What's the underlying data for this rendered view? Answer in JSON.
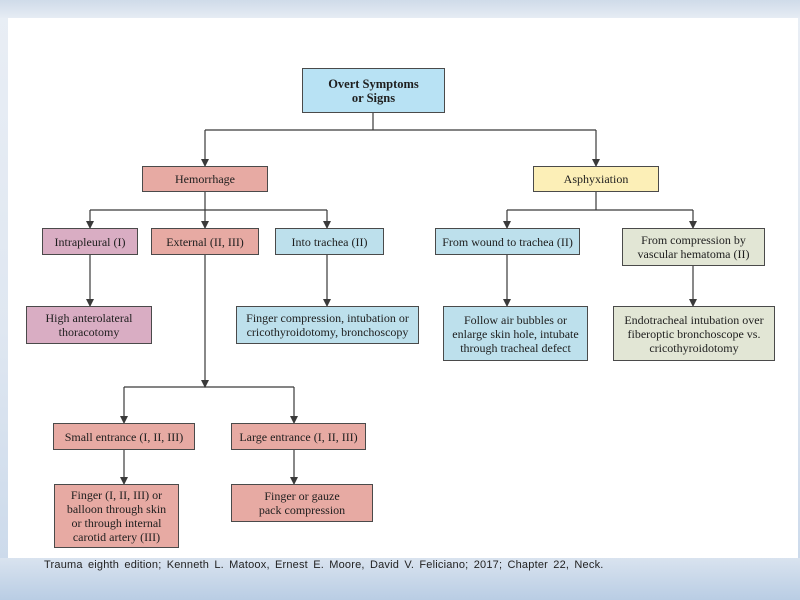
{
  "colors": {
    "root_fill": "#b8e2f4",
    "hemorrhage_fill": "#e7aaa3",
    "asphyxiation_fill": "#fcefb7",
    "intrapleural_fill": "#d9adc3",
    "trachea_fill": "#bde0ec",
    "compression_fill": "#e2e6d5",
    "line": "#3a3a3a"
  },
  "flowchart": {
    "root": "Overt Symptoms\nor Signs",
    "hemorrhage": "Hemorrhage",
    "asphyxiation": "Asphyxiation",
    "intrapleural": "Intrapleural (I)",
    "external": "External (II, III)",
    "into_trachea": "Into trachea (II)",
    "wound_to_trachea": "From wound to trachea (II)",
    "compression_hematoma": "From compression by\nvascular hematoma (II)",
    "thoracotomy": "High anterolateral\nthoracotomy",
    "finger_compression": "Finger compression, intubation or\ncricothyroidotomy, bronchoscopy",
    "air_bubbles": "Follow air bubbles or\nenlarge skin hole, intubate\nthrough tracheal defect",
    "endotracheal": "Endotracheal intubation over\nfiberoptic bronchoscope vs.\ncricothyroidotomy",
    "small_entrance": "Small entrance (I, II, III)",
    "large_entrance": "Large entrance (I, II, III)",
    "finger_balloon": "Finger (I, II, III) or\nballoon through skin\nor through internal\ncarotid artery (III)",
    "finger_gauze": "Finger or gauze\npack compression"
  },
  "citation": "Trauma  eighth  edition;  Kenneth  L.  Matoox,  Ernest  E.  Moore,  David  V. Feliciano;  2017; Chapter  22,  Neck."
}
